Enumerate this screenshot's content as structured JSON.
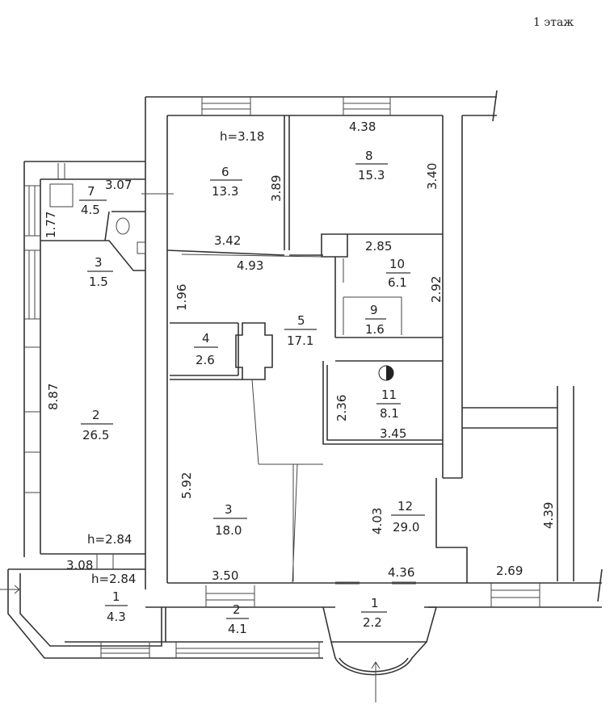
{
  "floor_label": "1 этаж",
  "heights": [
    "h=3.18",
    "h=2.84",
    "h=2.84"
  ],
  "rooms": {
    "r6": {
      "number": "6",
      "area": "13.3"
    },
    "r8": {
      "number": "8",
      "area": "15.3"
    },
    "r7": {
      "number": "7",
      "area": "4.5"
    },
    "r3a": {
      "number": "3",
      "area": "1.5"
    },
    "r10": {
      "number": "10",
      "area": "6.1"
    },
    "r9": {
      "number": "9",
      "area": "1.6"
    },
    "r4": {
      "number": "4",
      "area": "2.6"
    },
    "r5": {
      "number": "5",
      "area": "17.1"
    },
    "r11": {
      "number": "11",
      "area": "8.1"
    },
    "r2a": {
      "number": "2",
      "area": "26.5"
    },
    "r3b": {
      "number": "3",
      "area": "18.0"
    },
    "r12": {
      "number": "12",
      "area": "29.0"
    },
    "r1a": {
      "number": "1",
      "area": "4.3"
    },
    "r2b": {
      "number": "2",
      "area": "4.1"
    },
    "r1b": {
      "number": "1",
      "area": "2.2"
    }
  },
  "dimensions": {
    "d438": "4.38",
    "d340": "3.40",
    "d389": "3.89",
    "d307": "3.07",
    "d177": "1.77",
    "d342": "3.42",
    "d493": "4.93",
    "d196": "1.96",
    "d285": "2.85",
    "d292": "2.92",
    "d236": "2.36",
    "d345": "3.45",
    "d887": "8.87",
    "d592": "5.92",
    "d403": "4.03",
    "d439": "4.39",
    "d308": "3.08",
    "d350": "3.50",
    "d436": "4.36",
    "d269": "2.69"
  }
}
